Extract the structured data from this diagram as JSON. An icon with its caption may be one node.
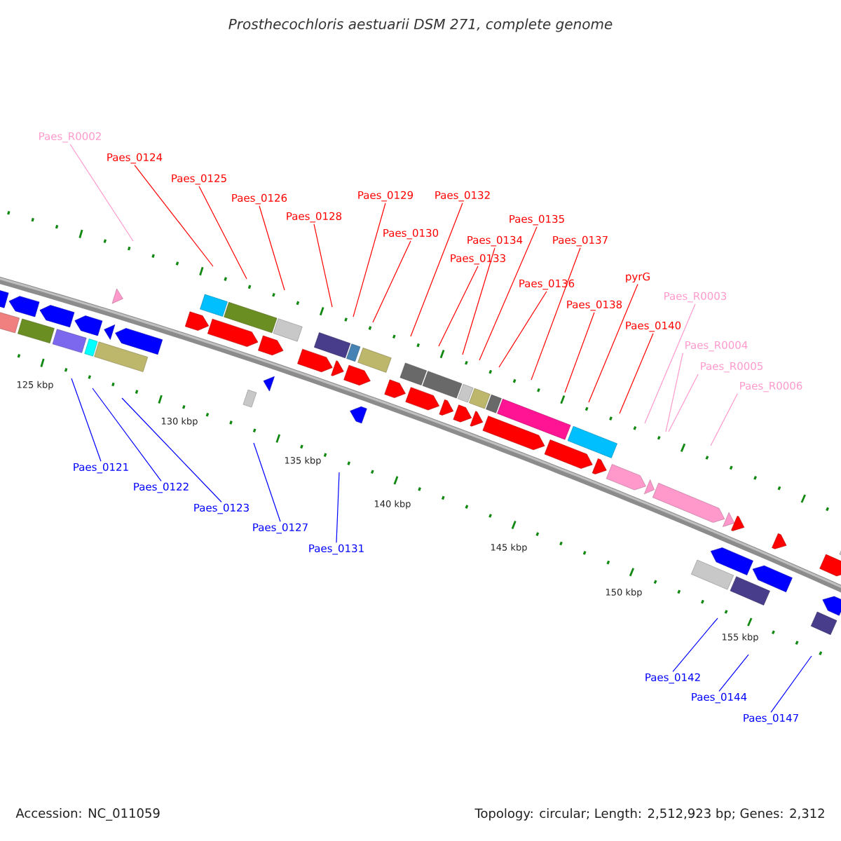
{
  "diagram": {
    "title": "Prosthecochloris aestuarii DSM 271, complete genome",
    "nodes": [
      {
        "text": [
          "Paes_R0002"
        ]
      },
      {
        "text": [
          "Paes_0124"
        ]
      },
      {
        "text": [
          "Paes_0125"
        ]
      },
      {
        "text": [
          "Paes_0126"
        ]
      },
      {
        "text": [
          "Paes_0128"
        ]
      },
      {
        "text": [
          "Paes_0129"
        ]
      },
      {
        "text": [
          "Paes_0130"
        ]
      },
      {
        "text": [
          "Paes_0132"
        ]
      },
      {
        "text": [
          "Paes_0133"
        ]
      },
      {
        "text": [
          "Paes_0134"
        ]
      },
      {
        "text": [
          "Paes_0135"
        ]
      },
      {
        "text": [
          "Paes_0136"
        ]
      },
      {
        "text": [
          "Paes_0137"
        ]
      },
      {
        "text": [
          "Paes_0138"
        ]
      },
      {
        "text": [
          "pyrG"
        ]
      },
      {
        "text": [
          "Paes_0140"
        ]
      },
      {
        "text": [
          "Paes_R0003"
        ]
      },
      {
        "text": [
          "Paes_R0004"
        ]
      },
      {
        "text": [
          "Paes_R0005"
        ]
      },
      {
        "text": [
          "Paes_R0006"
        ]
      },
      {
        "text": [
          "Paes_0121"
        ]
      },
      {
        "text": [
          "Paes_0122"
        ]
      },
      {
        "text": [
          "Paes_0123"
        ]
      },
      {
        "text": [
          "Paes_0127"
        ]
      },
      {
        "text": [
          "Paes_0131"
        ]
      },
      {
        "text": [
          "Paes_0142"
        ]
      },
      {
        "text": [
          "Paes_0144"
        ]
      },
      {
        "text": [
          "Paes_0147"
        ]
      }
    ],
    "edges": [
      {
        "from": 0,
        "to": null,
        "arrow": "none",
        "color": "#ff99cc"
      },
      {
        "from": 1,
        "to": null,
        "arrow": "none"
      },
      {
        "from": 2,
        "to": null,
        "arrow": "none"
      },
      {
        "from": 3,
        "to": null,
        "arrow": "none"
      },
      {
        "from": 4,
        "to": null,
        "arrow": "none"
      },
      {
        "from": 5,
        "to": null,
        "arrow": "none"
      },
      {
        "from": 6,
        "to": null,
        "arrow": "none"
      },
      {
        "from": 7,
        "to": null,
        "arrow": "none"
      },
      {
        "from": 8,
        "to": null,
        "arrow": "none"
      },
      {
        "from": 9,
        "to": null,
        "arrow": "none"
      },
      {
        "from": 10,
        "to": null,
        "arrow": "none"
      },
      {
        "from": 11,
        "to": null,
        "arrow": "none"
      },
      {
        "from": 12,
        "to": null,
        "arrow": "none"
      },
      {
        "from": 13,
        "to": null,
        "arrow": "none"
      },
      {
        "from": 14,
        "to": null,
        "arrow": "none"
      },
      {
        "from": 15,
        "to": null,
        "arrow": "none"
      },
      {
        "from": 16,
        "to": null,
        "arrow": "none",
        "color": "#ff99cc"
      },
      {
        "from": 17,
        "to": null,
        "arrow": "none",
        "color": "#ff99cc"
      },
      {
        "from": 18,
        "to": null,
        "arrow": "none",
        "color": "#ff99cc"
      },
      {
        "from": 19,
        "to": null,
        "arrow": "none",
        "color": "#ff99cc"
      },
      {
        "from": 20,
        "to": null,
        "arrow": "none",
        "color": "#0000ff"
      },
      {
        "from": 21,
        "to": null,
        "arrow": "none",
        "color": "#0000ff"
      },
      {
        "from": 22,
        "to": null,
        "arrow": "none",
        "color": "#0000ff"
      },
      {
        "from": 23,
        "to": null,
        "arrow": "none",
        "color": "#0000ff"
      },
      {
        "from": 24,
        "to": null,
        "arrow": "none",
        "color": "#0000ff"
      },
      {
        "from": 25,
        "to": null,
        "arrow": "none",
        "color": "#0000ff"
      },
      {
        "from": 26,
        "to": null,
        "arrow": "none",
        "color": "#0000ff"
      },
      {
        "from": 27,
        "to": null,
        "arrow": "none",
        "color": "#0000ff"
      }
    ],
    "labels": [
      "125 kbp",
      "130 kbp",
      "135 kbp",
      "140 kbp",
      "145 kbp",
      "150 kbp",
      "155 kbp",
      "Accession: NC_011059",
      "Topology: circular; Length: 2,512,923 bp; Genes: 2,312"
    ]
  }
}
